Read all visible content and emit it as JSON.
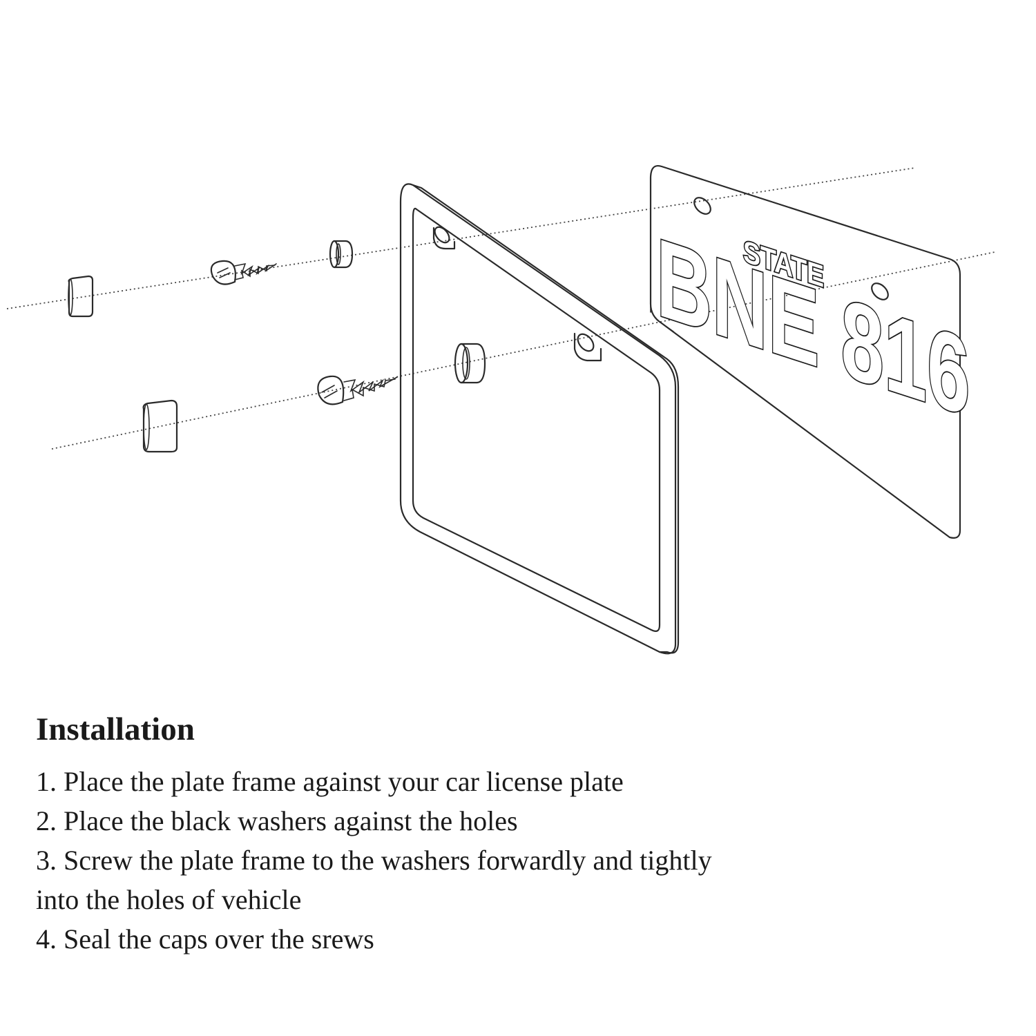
{
  "plate": {
    "state_label": "STATE",
    "number": "BNE 816"
  },
  "instructions": {
    "title": "Installation",
    "steps": [
      "1. Place the plate frame against your car license plate",
      "2. Place the black washers against the holes",
      "3. Screw the plate frame to the washers forwardly and tightly",
      "into the holes of vehicle",
      "4. Seal the caps over the srews"
    ]
  }
}
